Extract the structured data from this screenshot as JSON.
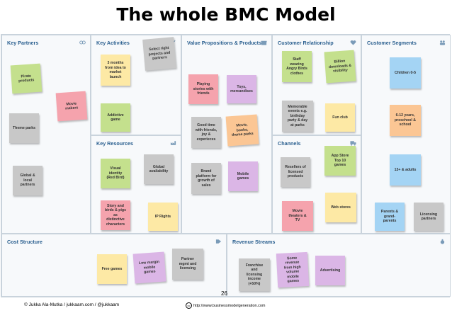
{
  "title": "The whole BMC Model",
  "page_number": "26",
  "footer": {
    "credit": "© Jukka Ala-Mutka / jukkaam.com / @jukkaam",
    "cc": "cc",
    "url": "http://www.businessmodelgeneration.com"
  },
  "blocks": {
    "key_partners": "Key Partners",
    "key_activities": "Key Activities",
    "key_resources": "Key Resources",
    "value_propositions": "Value Propositions & Products",
    "customer_relationship": "Customer Relationship",
    "channels": "Channels",
    "customer_segments": "Customer Segments",
    "cost_structure": "Cost Structure",
    "revenue_streams": "Revenue Streams"
  },
  "notes": {
    "pirate_products": "Pirate\nproducts",
    "movie_makers": "Movie\nmakers",
    "theme_parks": "Theme parks",
    "global_local_partners": "Global &\nlocal\npartners",
    "three_months": "3 months\nfrom idea to\nmarket\nlaunch",
    "select_right": "Select right\nprojects and\npartners",
    "addictive_game": "Addictive\ngame",
    "visual_identity": "Visual\nidentity\n(Red Bird)",
    "global_availability": "Global\navailability",
    "story_birds": "Story and\nbirds & pigs\nas\ndistinctive\ncharacters",
    "ip_rights": "IP Rights",
    "playing_stories": "Playing\nstories with\nfriends",
    "toys": "Toys,\nmercandises",
    "good_time": "Good time\nwith friends,\njoy &\nexperieces",
    "movie_books": "Movie,\nbooks,\ntheme parks",
    "brand_platform": "Brand\nplatform for\ngrowth of\nsales",
    "mobile_games": "Mobile\ngames",
    "staff_wearing": "Staff\nwearing\nAngry Birds\nclothes",
    "billion_downloads": "Billion\ndownloads &\nvisibility",
    "memorable_events": "Memorable\nevents e.g.\nbirthday\nparty & day\nat parks",
    "fun_club": "Fun club",
    "resellers": "Resellers of\nlicensed\nproducts",
    "app_store": "App Store\nTop 10\ngames",
    "movie_theaters": "Movie\ntheaters &\nTV",
    "web_stores": "Web stores",
    "children": "Children 0-5",
    "years_6_12": "6-12 years,\npreschool &\nschool",
    "adults_13": "13+ & adults",
    "parents": "Parents &\ngrand-\nparents",
    "licensing_partners": "Licensing\npartners",
    "free_games": "Free games",
    "low_margin": "Low margin\nmobile\ngames",
    "partner_mgmt": "Partner\nmgmt and\nlicensing",
    "franchise": "Franchise\nand\nlicensing\nincome\n(+50%)",
    "some_revenue": "Some\nrevenue\nfrom high\nvolume\nmobile\ngames",
    "advertising": "Advertising"
  },
  "colors": {
    "green": "#c4e08d",
    "yellow": "#fde9a5",
    "pink": "#f5a3ad",
    "gray": "#c8c8c8",
    "blue": "#a4d4f4",
    "orange": "#fbc694",
    "purple": "#dbb6e6",
    "heading": "#2a5f8f"
  }
}
